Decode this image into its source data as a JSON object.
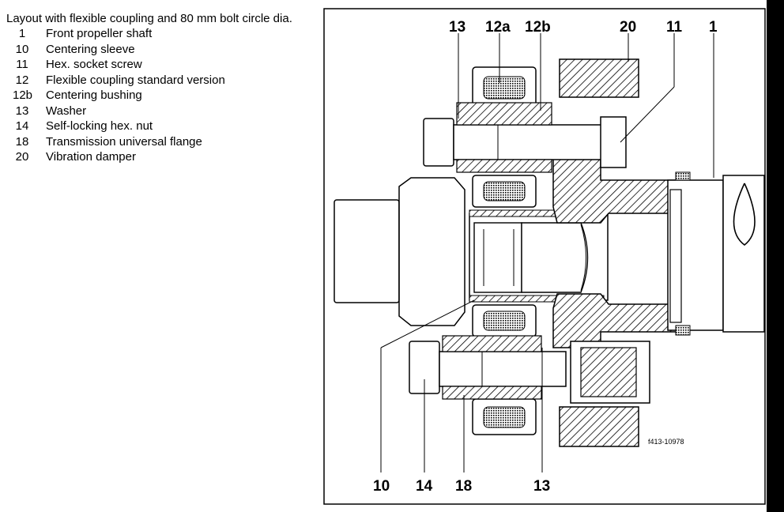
{
  "legend": {
    "title": "Layout with flexible coupling and 80 mm bolt circle dia.",
    "items": [
      {
        "num": "1",
        "label": "Front propeller shaft"
      },
      {
        "num": "10",
        "label": "Centering sleeve"
      },
      {
        "num": "11",
        "label": "Hex. socket screw"
      },
      {
        "num": "12",
        "label": "Flexible coupling standard version"
      },
      {
        "num": "12b",
        "label": "Centering bushing"
      },
      {
        "num": "13",
        "label": "Washer"
      },
      {
        "num": "14",
        "label": "Self-locking hex. nut"
      },
      {
        "num": "18",
        "label": "Transmission universal flange"
      },
      {
        "num": "20",
        "label": "Vibration damper"
      }
    ]
  },
  "callouts": {
    "top": [
      "13",
      "12a",
      "12b",
      "20",
      "11",
      "1"
    ],
    "bottom": [
      "10",
      "14",
      "18",
      "13"
    ]
  },
  "figure_code": "f413-10978"
}
